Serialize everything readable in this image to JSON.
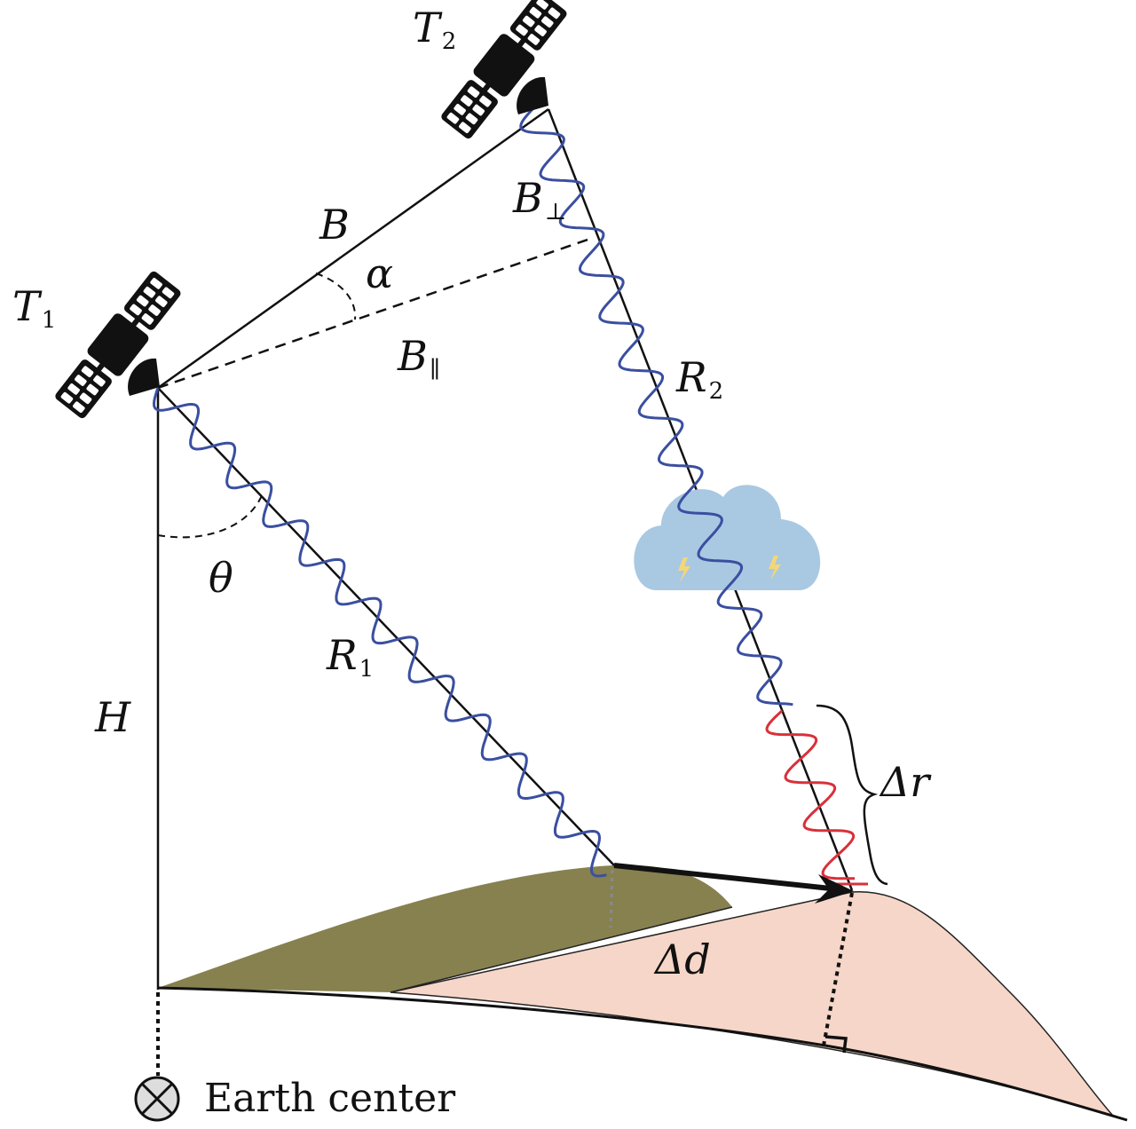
{
  "labels": {
    "T1": "T",
    "T1_sub": "1",
    "T2": "T",
    "T2_sub": "2",
    "B": "B",
    "alpha": "α",
    "B_perp": "B",
    "B_perp_sub": "⊥",
    "B_par": "B",
    "B_par_sub": "∥",
    "R1": "R",
    "R1_sub": "1",
    "R2": "R",
    "R2_sub": "2",
    "theta": "θ",
    "H": "H",
    "delta_r": "Δr",
    "delta_d": "Δd",
    "earth_center": "Earth center"
  },
  "colors": {
    "wave_blue": "#3a4fa0",
    "wave_red": "#d9303a",
    "olive": "#878150",
    "pink": "#f6d6c8",
    "cloud": "#a9c8e2",
    "lightning": "#f2d77a"
  }
}
